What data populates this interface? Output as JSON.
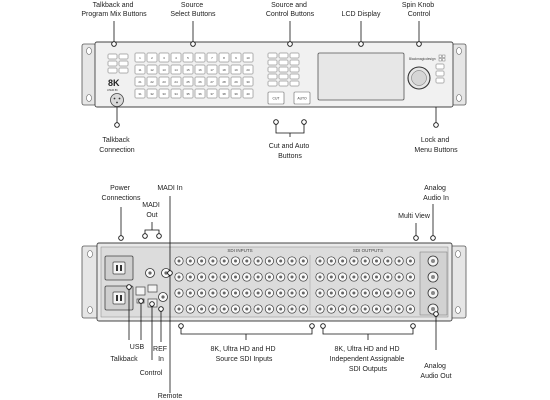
{
  "front_panel": {
    "model_badge": "8K",
    "model_sub": "ATEM 8K",
    "brand": "Blackmagicdesign",
    "buttons": {
      "cut": "CUT",
      "auto": "AUTO"
    },
    "source_buttons": [
      "1",
      "2",
      "3",
      "4",
      "5",
      "6",
      "7",
      "8",
      "9",
      "10",
      "11",
      "12",
      "13",
      "14",
      "15",
      "16",
      "17",
      "18",
      "19",
      "20",
      "21",
      "22",
      "23",
      "24",
      "25",
      "26",
      "27",
      "28",
      "29",
      "30",
      "31",
      "32",
      "33",
      "34",
      "35",
      "36",
      "37",
      "38",
      "39",
      "40"
    ]
  },
  "front_labels": {
    "talkback_mix": [
      "Talkback and",
      "Program Mix Buttons"
    ],
    "source_select": [
      "Source",
      "Select Buttons"
    ],
    "source_control": [
      "Source and",
      "Control  Buttons"
    ],
    "lcd": [
      "LCD Display"
    ],
    "spin_knob": [
      "Spin Knob",
      "Control"
    ],
    "talkback_conn": [
      "Talkback",
      "Connection"
    ],
    "cut_auto": [
      "Cut and Auto",
      "Buttons"
    ],
    "lock_menu": [
      "Lock and",
      "Menu Buttons"
    ]
  },
  "rear_labels": {
    "power": [
      "Power",
      "Connections"
    ],
    "madi_in": [
      "MADI In"
    ],
    "madi_out": [
      "MADI",
      "Out"
    ],
    "analog_in": [
      "Analog",
      "Audio In"
    ],
    "multiview": [
      "Multi View"
    ],
    "usb": [
      "USB"
    ],
    "talkback": [
      "Talkback"
    ],
    "ref_in": [
      "REF",
      "In"
    ],
    "control": [
      "Control"
    ],
    "remote": [
      "Remote"
    ],
    "sdi_in": [
      "8K, Ultra HD and HD",
      "Source SDI Inputs"
    ],
    "sdi_out": [
      "8K, Ultra HD and HD",
      "Independent Assignable",
      "SDI Outputs"
    ],
    "analog_out": [
      "Analog",
      "Audio Out"
    ]
  },
  "rear_panel": {
    "sdi_in_caption": "SDI INPUTS",
    "sdi_out_caption": "SDI OUTPUTS"
  }
}
